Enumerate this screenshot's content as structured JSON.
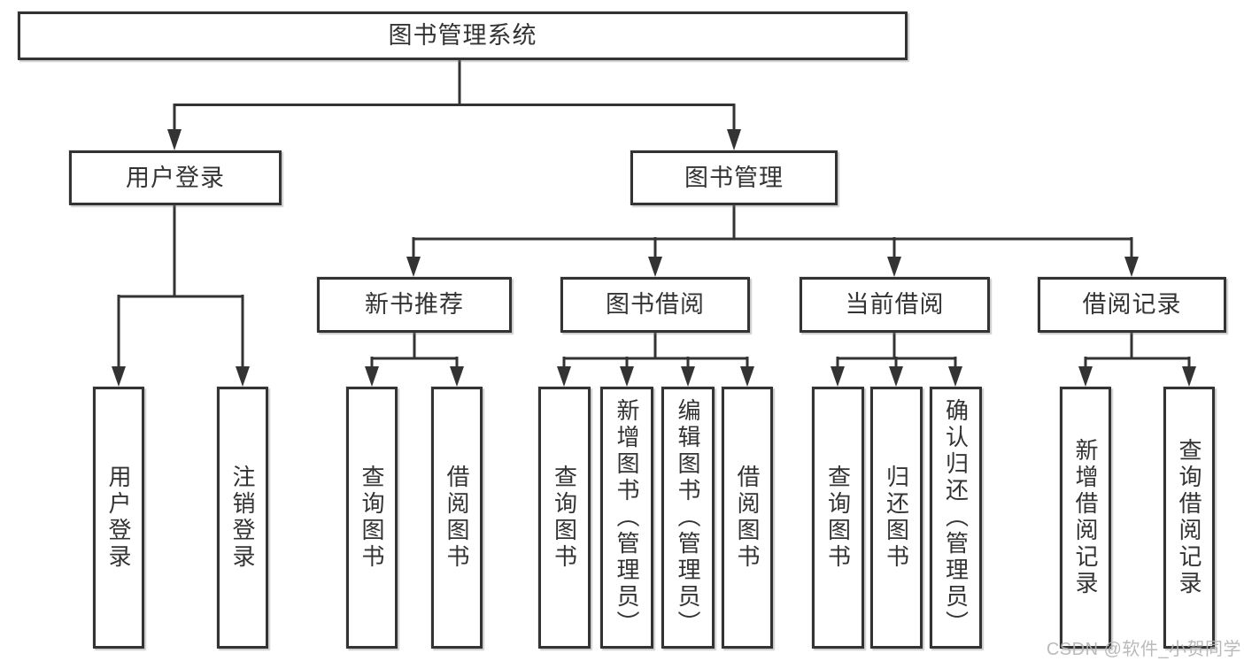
{
  "tree": {
    "root": "图书管理系统",
    "branches": {
      "user_login": {
        "label": "用户登录",
        "leaves": [
          "用户登录",
          "注销登录"
        ]
      },
      "book_management": {
        "label": "图书管理",
        "sections": [
          {
            "label": "新书推荐",
            "leaves": [
              "查询图书",
              "借阅图书"
            ]
          },
          {
            "label": "图书借阅",
            "leaves": [
              "查询图书",
              "新增图书（管理员）",
              "编辑图书（管理员）",
              "借阅图书"
            ]
          },
          {
            "label": "当前借阅",
            "leaves": [
              "查询图书",
              "归还图书",
              "确认归还（管理员）"
            ]
          },
          {
            "label": "借阅记录",
            "leaves": [
              "新增借阅记录",
              "查询借阅记录"
            ]
          }
        ]
      }
    }
  },
  "watermark": "CSDN @软件_小贺同学",
  "colors": {
    "line": "#333333",
    "box_border": "#333333",
    "box_fill": "#ffffff",
    "text": "#333333",
    "watermark": "#b3b3b3",
    "background": "#ffffff"
  }
}
